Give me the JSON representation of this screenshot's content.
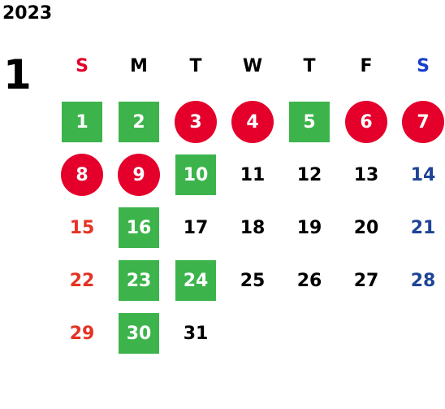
{
  "year": "2023",
  "month": "1",
  "weekdays": [
    {
      "label": "S",
      "color": "#e4002b"
    },
    {
      "label": "M",
      "color": "#000000"
    },
    {
      "label": "T",
      "color": "#000000"
    },
    {
      "label": "W",
      "color": "#000000"
    },
    {
      "label": "T",
      "color": "#000000"
    },
    {
      "label": "F",
      "color": "#000000"
    },
    {
      "label": "S",
      "color": "#1a3dcc"
    }
  ],
  "colors": {
    "green": "#3cb44b",
    "red": "#e4002b",
    "sunday_text": "#e53325",
    "saturday_text": "#1f4496",
    "weekday_text": "#000000"
  },
  "days": [
    {
      "n": "1",
      "row": 0,
      "col": 0,
      "mark": "square"
    },
    {
      "n": "2",
      "row": 0,
      "col": 1,
      "mark": "square"
    },
    {
      "n": "3",
      "row": 0,
      "col": 2,
      "mark": "circle"
    },
    {
      "n": "4",
      "row": 0,
      "col": 3,
      "mark": "circle"
    },
    {
      "n": "5",
      "row": 0,
      "col": 4,
      "mark": "square"
    },
    {
      "n": "6",
      "row": 0,
      "col": 5,
      "mark": "circle"
    },
    {
      "n": "7",
      "row": 0,
      "col": 6,
      "mark": "circle"
    },
    {
      "n": "8",
      "row": 1,
      "col": 0,
      "mark": "circle"
    },
    {
      "n": "9",
      "row": 1,
      "col": 1,
      "mark": "circle"
    },
    {
      "n": "10",
      "row": 1,
      "col": 2,
      "mark": "square"
    },
    {
      "n": "11",
      "row": 1,
      "col": 3,
      "mark": "none"
    },
    {
      "n": "12",
      "row": 1,
      "col": 4,
      "mark": "none"
    },
    {
      "n": "13",
      "row": 1,
      "col": 5,
      "mark": "none"
    },
    {
      "n": "14",
      "row": 1,
      "col": 6,
      "mark": "none"
    },
    {
      "n": "15",
      "row": 2,
      "col": 0,
      "mark": "none"
    },
    {
      "n": "16",
      "row": 2,
      "col": 1,
      "mark": "square"
    },
    {
      "n": "17",
      "row": 2,
      "col": 2,
      "mark": "none"
    },
    {
      "n": "18",
      "row": 2,
      "col": 3,
      "mark": "none"
    },
    {
      "n": "19",
      "row": 2,
      "col": 4,
      "mark": "none"
    },
    {
      "n": "20",
      "row": 2,
      "col": 5,
      "mark": "none"
    },
    {
      "n": "21",
      "row": 2,
      "col": 6,
      "mark": "none"
    },
    {
      "n": "22",
      "row": 3,
      "col": 0,
      "mark": "none"
    },
    {
      "n": "23",
      "row": 3,
      "col": 1,
      "mark": "square"
    },
    {
      "n": "24",
      "row": 3,
      "col": 2,
      "mark": "square"
    },
    {
      "n": "25",
      "row": 3,
      "col": 3,
      "mark": "none"
    },
    {
      "n": "26",
      "row": 3,
      "col": 4,
      "mark": "none"
    },
    {
      "n": "27",
      "row": 3,
      "col": 5,
      "mark": "none"
    },
    {
      "n": "28",
      "row": 3,
      "col": 6,
      "mark": "none"
    },
    {
      "n": "29",
      "row": 4,
      "col": 0,
      "mark": "none"
    },
    {
      "n": "30",
      "row": 4,
      "col": 1,
      "mark": "square"
    },
    {
      "n": "31",
      "row": 4,
      "col": 2,
      "mark": "none"
    }
  ]
}
